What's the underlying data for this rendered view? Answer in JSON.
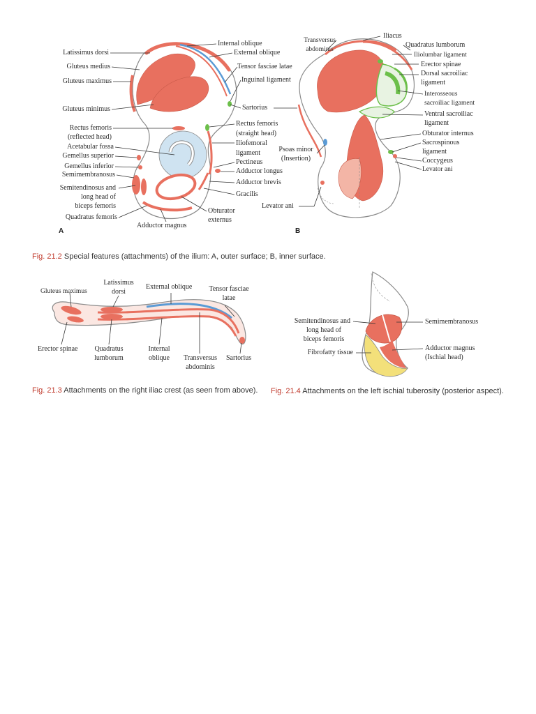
{
  "fig_212": {
    "panel_a_letter": "A",
    "panel_b_letter": "B",
    "caption_number": "Fig. 21.2",
    "caption_text": "Special features (attachments) of the ilium: A, outer surface; B, inner surface.",
    "a_left": {
      "latissimus": "Latissimus dorsi",
      "gluteus_medius": "Gluteus medius",
      "gluteus_maximus": "Gluteus maximus",
      "gluteus_minimus": "Gluteus minimus",
      "rectus_reflected_1": "Rectus femoris",
      "rectus_reflected_2": "(reflected head)",
      "acetabular_fossa": "Acetabular fossa",
      "gemellus_superior": "Gemellus superior",
      "gemellus_inferior": "Gemellus inferior",
      "semimembranosus": "Semimembranosus",
      "semitendinosus_1": "Semitendinosus and",
      "semitendinosus_2": "long head of",
      "semitendinosus_3": "biceps femoris",
      "quadratus_femoris": "Quadratus femoris",
      "adductor_magnus": "Adductor magnus"
    },
    "a_right": {
      "internal_oblique": "Internal oblique",
      "external_oblique": "External oblique",
      "tensor": "Tensor fasciae latae",
      "inguinal": "Inguinal ligament",
      "sartorius": "Sartorius",
      "rectus_straight_1": "Rectus femoris",
      "rectus_straight_2": "(straight head)",
      "iliofemoral_1": "Iliofemoral",
      "iliofemoral_2": "ligament",
      "pectineus": "Pectineus",
      "adductor_longus": "Adductor longus",
      "adductor_brevis": "Adductor brevis",
      "gracilis": "Gracilis",
      "obturator_ext_1": "Obturator",
      "obturator_ext_2": "externus"
    },
    "b_labels": {
      "transversus_1": "Transversus",
      "transversus_2": "abdominis",
      "iliacus": "Iliacus",
      "quadratus_lumborum": "Quadratus lumborum",
      "iliolumbar": "Iliolumbar ligament",
      "erector_spinae": "Erector spinae",
      "dorsal_sacroiliac_1": "Dorsal sacroiliac",
      "dorsal_sacroiliac_2": "ligament",
      "interosseous_1": "Interosseous",
      "interosseous_2": "sacroiliac ligament",
      "ventral_sacroiliac_1": "Ventral sacroiliac",
      "ventral_sacroiliac_2": "ligament",
      "obturator_internus": "Obturator internus",
      "sacrospinous_1": "Sacrospinous",
      "sacrospinous_2": "ligament",
      "coccygeus": "Coccygeus",
      "levator_ani_r": "Levator ani",
      "psoas_minor_1": "Psoas minor",
      "psoas_minor_2": "(Insertion)",
      "levator_ani_b": "Levator ani"
    }
  },
  "fig_213": {
    "caption_number": "Fig. 21.3",
    "caption_text": "Attachments on the right iliac crest (as seen from above).",
    "gluteus_maximus": "Gluteus maximus",
    "latissimus_1": "Latissimus",
    "latissimus_2": "dorsi",
    "external_oblique": "External oblique",
    "tensor_1": "Tensor fasciae",
    "tensor_2": "latae",
    "erector_spinae": "Erector spinae",
    "quadratus_1": "Quadratus",
    "quadratus_2": "lumborum",
    "internal_1": "Internal",
    "internal_2": "oblique",
    "transversus_1": "Transversus",
    "transversus_2": "abdominis",
    "sartorius": "Sartorius"
  },
  "fig_214": {
    "caption_number": "Fig. 21.4",
    "caption_text": "Attachments on the left ischial tuberosity (posterior aspect).",
    "semitendinosus_1": "Semitendinosus and",
    "semitendinosus_2": "long head of",
    "semitendinosus_3": "biceps femoris",
    "semimembranosus": "Semimembranosus",
    "fibrofatty": "Fibrofatty tissue",
    "adductor_1": "Adductor magnus",
    "adductor_2": "(Ischial head)"
  },
  "colors": {
    "muscle": "#e8705f",
    "muscle_light": "#f3b5a6",
    "bone_outline": "#8a8a8a",
    "aponeurosis_blue": "#5b9bd5",
    "ligament_green": "#6cbf4a",
    "fossa_blue": "#cfe3f1",
    "fat_yellow": "#f3e07a",
    "caption_red": "#c0392b"
  }
}
